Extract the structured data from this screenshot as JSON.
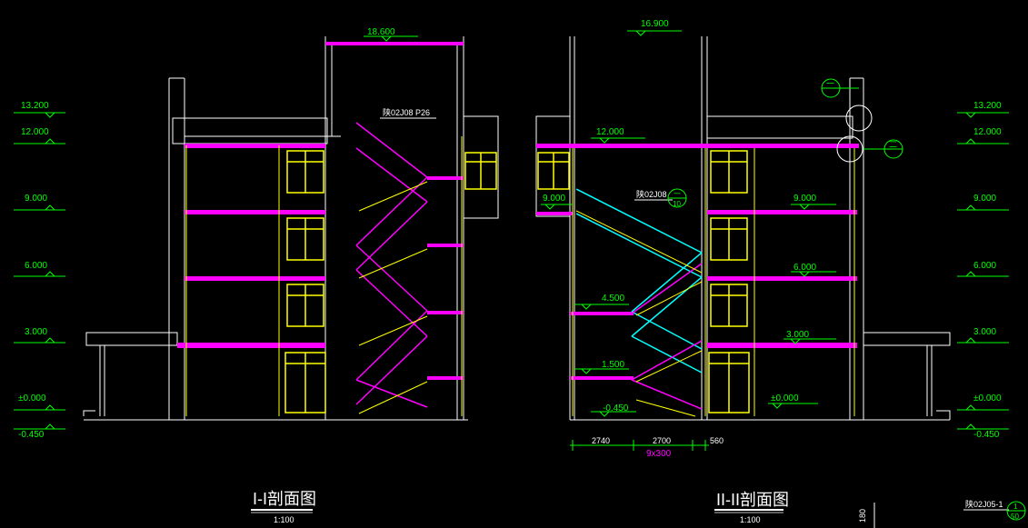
{
  "colors": {
    "background": "#000000",
    "wall": "#ffffff",
    "slab": "#ff00ff",
    "window": "#ffff00",
    "stair_a": "#ff00ff",
    "stair_b": "#00ffff",
    "level_text": "#00ff00",
    "title": "#ffffff"
  },
  "left_scale": {
    "levels": [
      {
        "label": "13.200"
      },
      {
        "label": "12.000"
      },
      {
        "label": "9.000"
      },
      {
        "label": "6.000"
      },
      {
        "label": "3.000"
      },
      {
        "label": "±0.000"
      },
      {
        "label": "-0.450"
      }
    ]
  },
  "right_scale": {
    "levels": [
      {
        "label": "13.200"
      },
      {
        "label": "12.000"
      },
      {
        "label": "9.000"
      },
      {
        "label": "6.000"
      },
      {
        "label": "3.000"
      },
      {
        "label": "±0.000"
      },
      {
        "label": "-0.450"
      }
    ]
  },
  "section1": {
    "top_level": "18.600",
    "stair_note": "陕02J08 P26",
    "title": "I-I剖面图",
    "scale": "1:100"
  },
  "section2": {
    "top_level": "16.900",
    "inner_levels": {
      "l12": "12.000",
      "l9_left": "9.000",
      "l9_right": "9.000",
      "l6": "6.000",
      "l45": "4.500",
      "l3": "3.000",
      "l15": "1.500",
      "l0": "±0.000",
      "lm045": "-0.450"
    },
    "stair_note": "陕02J08",
    "callout_10": {
      "top": "一",
      "bottom": "10"
    },
    "callout_a": "一",
    "callout_b": "二",
    "dims": {
      "d1": "2740",
      "d2": "2700",
      "d3": "560",
      "d2_sub": "9x300"
    },
    "title": "II-II剖面图",
    "scale": "1:100"
  },
  "corner": {
    "dim": "180",
    "note": "陕02J05-1",
    "callout_top": "1",
    "callout_bottom": "50"
  }
}
